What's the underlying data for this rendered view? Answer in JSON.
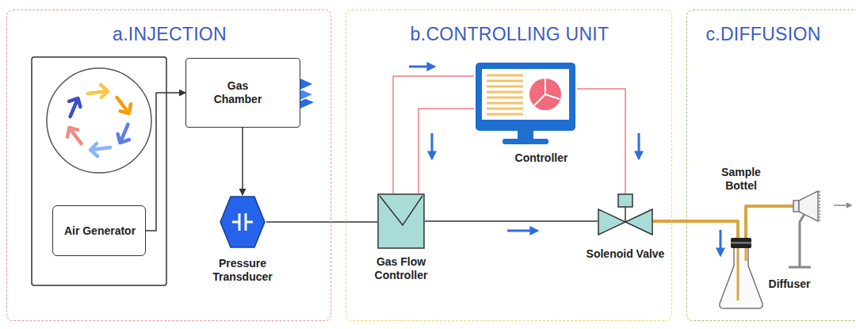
{
  "diagram": {
    "nodes": [
      {
        "text": [
          "a.INJECTION"
        ]
      },
      {
        "text": [
          "Air Generator"
        ],
        "in": 0
      },
      {
        "text": [
          "Gas Chamber"
        ],
        "in": 0
      },
      {
        "text": [
          "Pressure Transducer"
        ],
        "in": 0
      },
      {
        "text": [
          "b.CONTROLLING UNIT"
        ]
      },
      {
        "text": [
          "Controller"
        ],
        "in": 4
      },
      {
        "text": [
          "Gas Flow Controller"
        ],
        "in": 4
      },
      {
        "text": [
          "Solenoid Valve"
        ],
        "in": 4
      },
      {
        "text": [
          "c.DIFFUSION"
        ]
      },
      {
        "text": [
          "Sample Bottel"
        ],
        "in": 8
      },
      {
        "text": [
          "Diffuser"
        ],
        "in": 8
      }
    ],
    "edges": [
      {
        "from": 1,
        "to": 2,
        "arrow": "to"
      },
      {
        "from": 2,
        "to": 3,
        "arrow": "to"
      },
      {
        "from": 3,
        "to": 6,
        "arrow": "none"
      },
      {
        "from": 6,
        "to": 5,
        "arrow": "none"
      },
      {
        "from": 5,
        "to": 6,
        "arrow": "none"
      },
      {
        "from": 5,
        "to": 7,
        "arrow": "none"
      },
      {
        "from": 6,
        "to": 7,
        "arrow": "none"
      },
      {
        "from": 7,
        "to": 9,
        "arrow": "none"
      },
      {
        "from": 9,
        "to": 10,
        "arrow": "none"
      }
    ]
  }
}
